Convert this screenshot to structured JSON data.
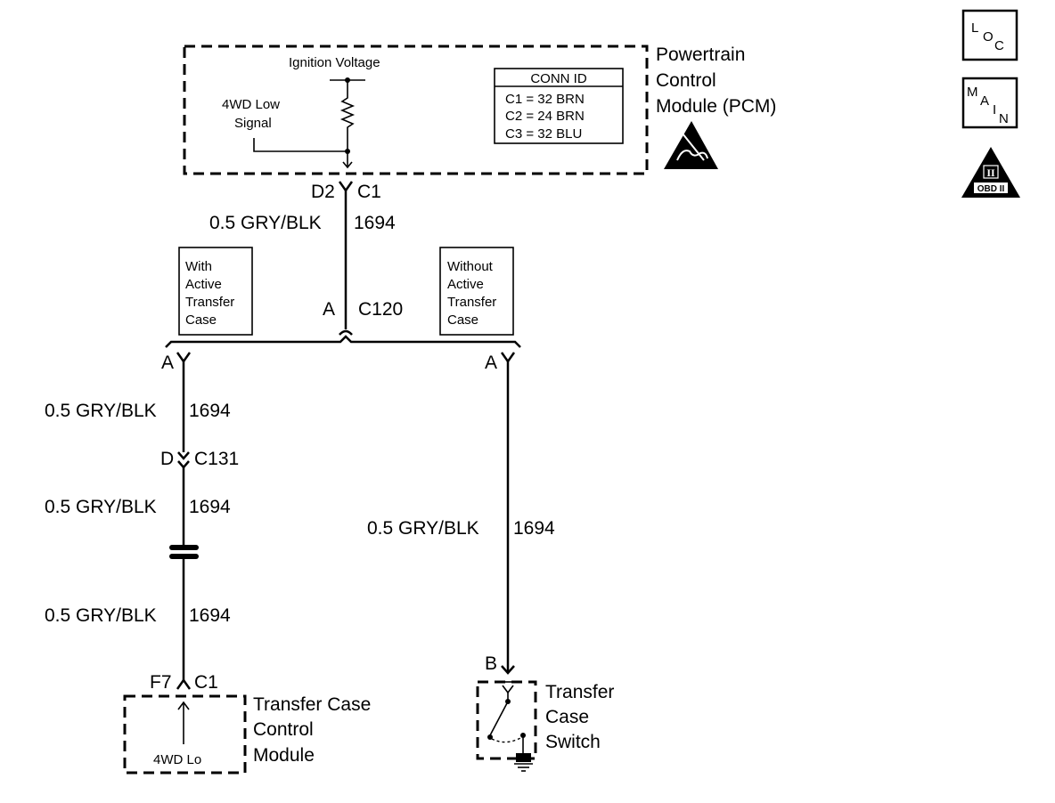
{
  "pcm": {
    "name_line1": "Powertrain",
    "name_line2": "Control",
    "name_line3": "Module (PCM)",
    "ignition_label": "Ignition Voltage",
    "signal_label_line1": "4WD Low",
    "signal_label_line2": "Signal",
    "conn_id_title": "CONN ID",
    "conn_ids": [
      "C1 = 32 BRN",
      "C2 = 24 BRN",
      "C3 = 32 BLU"
    ],
    "pin": "D2",
    "connector": "C1"
  },
  "icons": {
    "loc": {
      "l": "L",
      "o": "O",
      "c": "C"
    },
    "main": {
      "m": "M",
      "a": "A",
      "i": "I",
      "n": "N"
    },
    "obd": {
      "top": "II",
      "bottom": "OBD II"
    }
  },
  "wires": {
    "pcm_to_c120": "0.5 GRY/BLK",
    "pcm_to_c120_circuit": "1694",
    "left_1": "0.5 GRY/BLK",
    "left_1_circuit": "1694",
    "left_2": "0.5 GRY/BLK",
    "left_2_circuit": "1694",
    "left_3": "0.5 GRY/BLK",
    "left_3_circuit": "1694",
    "right": "0.5 GRY/BLK",
    "right_circuit": "1694"
  },
  "c120": {
    "pin": "A",
    "connector": "C120"
  },
  "options": {
    "with": [
      "With",
      "Active",
      "Transfer",
      "Case"
    ],
    "without": [
      "Without",
      "Active",
      "Transfer",
      "Case"
    ]
  },
  "left_branch": {
    "pin_a": "A",
    "c131_pin": "D",
    "c131": "C131"
  },
  "right_branch": {
    "pin_a": "A",
    "pin_b": "B"
  },
  "tccm": {
    "pin": "F7",
    "connector": "C1",
    "name_line1": "Transfer Case",
    "name_line2": "Control",
    "name_line3": "Module",
    "input_label": "4WD Lo"
  },
  "switch": {
    "name_line1": "Transfer",
    "name_line2": "Case",
    "name_line3": "Switch"
  }
}
